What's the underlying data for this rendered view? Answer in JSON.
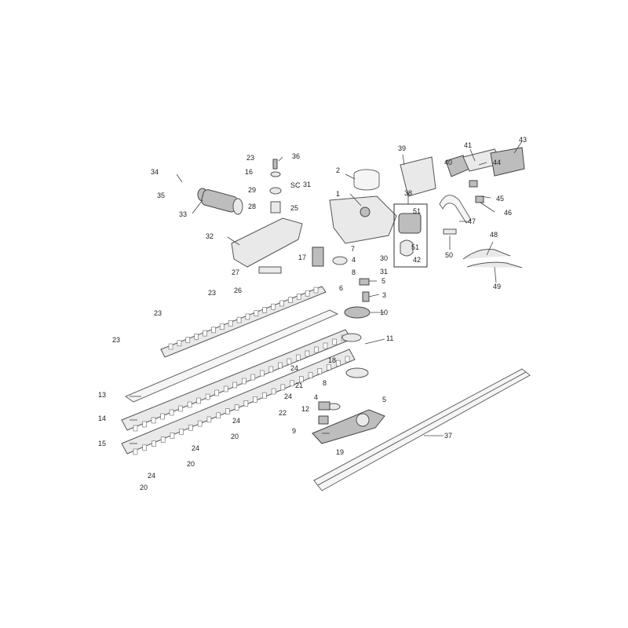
{
  "colors": {
    "highlight": "#d04a3a",
    "ink": "#222222",
    "line": "#555555"
  },
  "callouts": [
    {
      "id": "c1",
      "text": "1"
    },
    {
      "id": "c2",
      "text": "2"
    },
    {
      "id": "c3",
      "text": "3"
    },
    {
      "id": "c4",
      "text": "4"
    },
    {
      "id": "c4b",
      "text": "4"
    },
    {
      "id": "c5",
      "text": "5"
    },
    {
      "id": "c5b",
      "text": "5"
    },
    {
      "id": "c6",
      "text": "6"
    },
    {
      "id": "c7",
      "text": "7"
    },
    {
      "id": "c8",
      "text": "8"
    },
    {
      "id": "c8b",
      "text": "8"
    },
    {
      "id": "c9",
      "text": "9"
    },
    {
      "id": "c10",
      "text": "10"
    },
    {
      "id": "c11",
      "text": "11"
    },
    {
      "id": "c12",
      "text": "12"
    },
    {
      "id": "c13",
      "text": "13"
    },
    {
      "id": "c14",
      "text": "14"
    },
    {
      "id": "c15",
      "text": "15"
    },
    {
      "id": "c16",
      "text": "16"
    },
    {
      "id": "c17",
      "text": "17"
    },
    {
      "id": "c18",
      "text": "18"
    },
    {
      "id": "c19",
      "text": "19"
    },
    {
      "id": "c20a",
      "text": "20"
    },
    {
      "id": "c20b",
      "text": "20"
    },
    {
      "id": "c20c",
      "text": "20"
    },
    {
      "id": "c21",
      "text": "21"
    },
    {
      "id": "c22",
      "text": "22"
    },
    {
      "id": "c23a",
      "text": "23"
    },
    {
      "id": "c23b",
      "text": "23"
    },
    {
      "id": "c23c",
      "text": "23"
    },
    {
      "id": "c23d",
      "text": "23"
    },
    {
      "id": "c24a",
      "text": "24"
    },
    {
      "id": "c24b",
      "text": "24"
    },
    {
      "id": "c24c",
      "text": "24"
    },
    {
      "id": "c24d",
      "text": "24"
    },
    {
      "id": "c24e",
      "text": "24"
    },
    {
      "id": "c25",
      "text": "25"
    },
    {
      "id": "c26",
      "text": "26"
    },
    {
      "id": "c27",
      "text": "27"
    },
    {
      "id": "c28",
      "text": "28"
    },
    {
      "id": "c29",
      "text": "29"
    },
    {
      "id": "c30",
      "text": "30"
    },
    {
      "id": "c31a",
      "text": "31"
    },
    {
      "id": "c31b",
      "text": "31"
    },
    {
      "id": "c32",
      "text": "32"
    },
    {
      "id": "c33",
      "text": "33"
    },
    {
      "id": "c34",
      "text": "34"
    },
    {
      "id": "c35",
      "text": "35"
    },
    {
      "id": "c36",
      "text": "36"
    },
    {
      "id": "c37",
      "text": "37"
    },
    {
      "id": "c38",
      "text": "38"
    },
    {
      "id": "c39",
      "text": "39"
    },
    {
      "id": "c40",
      "text": "40"
    },
    {
      "id": "c41",
      "text": "41"
    },
    {
      "id": "c42",
      "text": "42"
    },
    {
      "id": "c43",
      "text": "43"
    },
    {
      "id": "c44",
      "text": "44"
    },
    {
      "id": "c45",
      "text": "45"
    },
    {
      "id": "c46",
      "text": "46"
    },
    {
      "id": "c47",
      "text": "47"
    },
    {
      "id": "c48",
      "text": "48"
    },
    {
      "id": "c49",
      "text": "49"
    },
    {
      "id": "c50",
      "text": "50"
    },
    {
      "id": "c51a",
      "text": "51"
    },
    {
      "id": "c51b",
      "text": "51"
    },
    {
      "id": "csc",
      "text": "SC"
    }
  ]
}
